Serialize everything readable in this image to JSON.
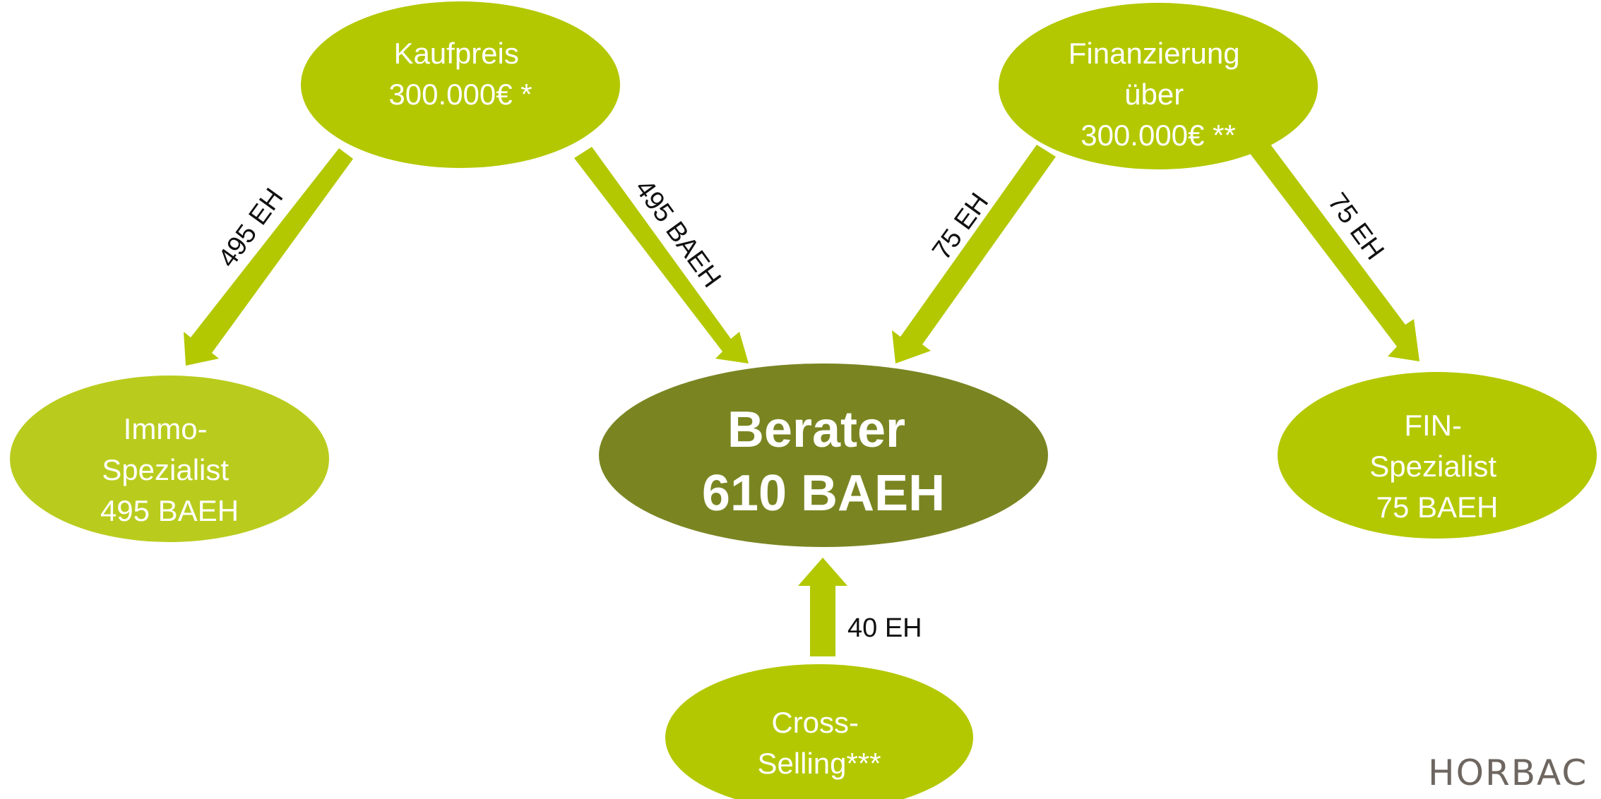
{
  "colors": {
    "node": "#b3c800",
    "node_light": "#b9cc1e",
    "center_node": "#7a8522",
    "arrow": "#b3c800",
    "label": "#111111",
    "brand": "#6e6660"
  },
  "nodes": {
    "kaufpreis": {
      "lines": [
        "Kaufpreis",
        "300.000€ *"
      ]
    },
    "finanzierung": {
      "lines": [
        "Finanzierung",
        "über",
        "300.000€ **"
      ]
    },
    "immo": {
      "lines": [
        "Immo-",
        "Spezialist",
        "495 BAEH"
      ]
    },
    "berater": {
      "lines": [
        "Berater",
        "610 BAEH"
      ]
    },
    "fin": {
      "lines": [
        "FIN-",
        "Spezialist",
        "75 BAEH"
      ]
    },
    "cross": {
      "lines": [
        "Cross-",
        "Selling***"
      ]
    }
  },
  "edges": {
    "kauf_to_immo": "495 EH",
    "kauf_to_berater": "495 BAEH",
    "fin_to_berater": "75 EH",
    "fin_to_spezialist": "75 EH",
    "cross_to_berater": "40 EH"
  },
  "brand": {
    "logo_text": "HORBAC"
  }
}
